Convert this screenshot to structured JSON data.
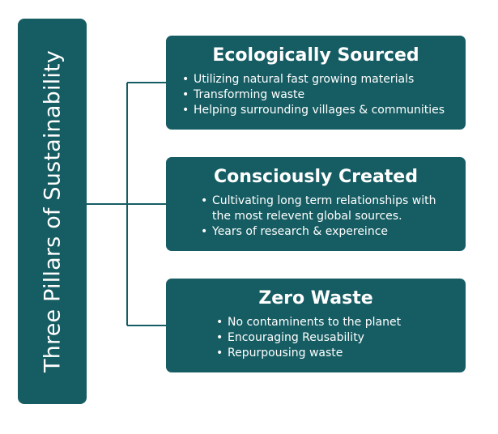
{
  "root": {
    "label": "Three Pillars of Sustainability"
  },
  "pillars": [
    {
      "title": "Ecologically Sourced",
      "items": [
        "Utilizing natural fast growing materials",
        "Transforming waste",
        "Helping surrounding villages & communities"
      ]
    },
    {
      "title": "Consciously Created",
      "items": [
        "Cultivating long term relationships with the most relevent global sources.",
        "Years of research & expereince"
      ]
    },
    {
      "title": "Zero Waste",
      "items": [
        "No contaminents to the planet",
        "Encouraging Reusability",
        "Repurpousing waste"
      ]
    }
  ],
  "colors": {
    "box_fill": "#165d63",
    "text": "#ffffff",
    "connector": "#165d63"
  }
}
